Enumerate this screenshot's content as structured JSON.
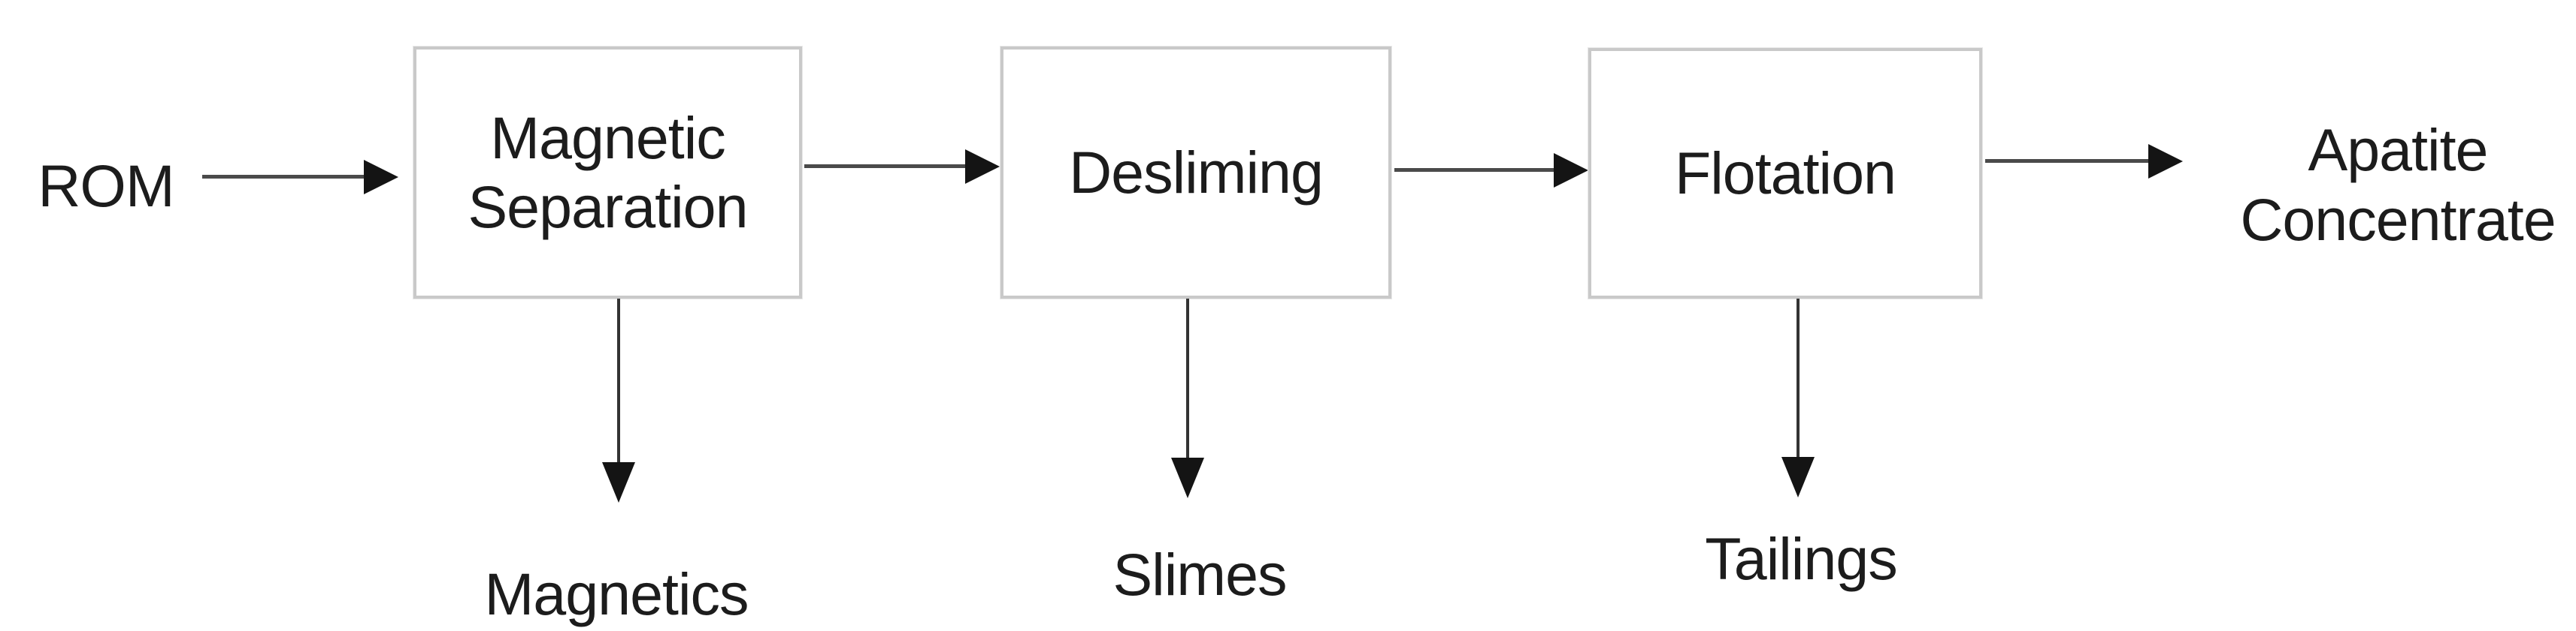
{
  "diagram": {
    "type": "process-flowchart",
    "colors": {
      "background": "#ffffff",
      "box_border": "#c9c9c9",
      "box_fill": "#ffffff",
      "text": "#1c1c1c",
      "arrow_shaft": "#4a4a4a",
      "arrow_head": "#141414"
    },
    "source": {
      "label": "ROM"
    },
    "stages": [
      {
        "lines": [
          "Magnetic",
          "Separation"
        ],
        "byproduct": "Magnetics"
      },
      {
        "lines": [
          "Desliming"
        ],
        "byproduct": "Slimes"
      },
      {
        "lines": [
          "Flotation"
        ],
        "byproduct": "Tailings"
      }
    ],
    "output": {
      "lines": [
        "Apatite",
        "Concentrate"
      ]
    }
  }
}
